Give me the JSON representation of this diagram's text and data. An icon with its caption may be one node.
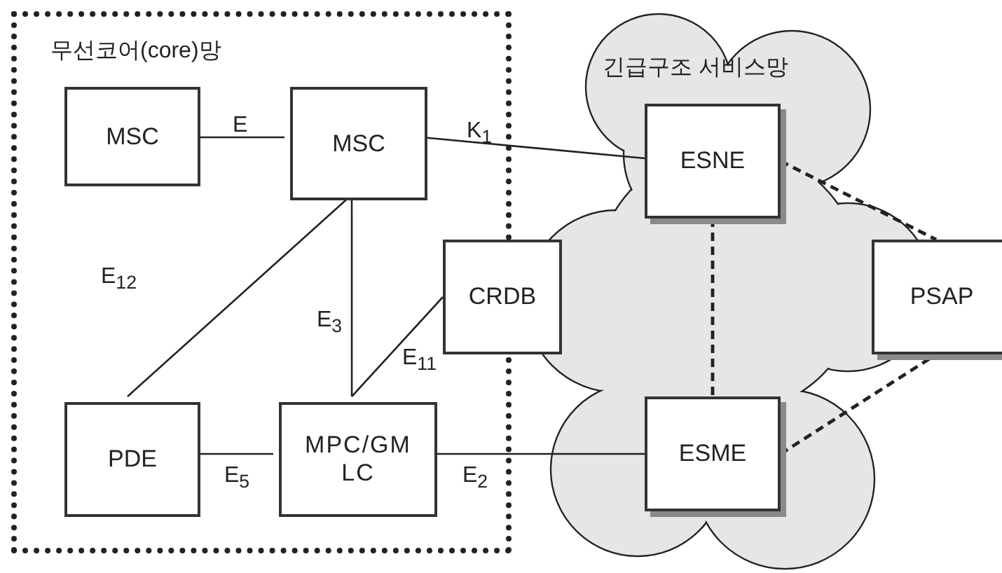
{
  "diagram": {
    "nodes": [
      {
        "text": [
          "무선코어(core)망"
        ]
      },
      {
        "text": [
          "MSC"
        ],
        "in": 0
      },
      {
        "text": [
          "MSC"
        ],
        "in": 0
      },
      {
        "text": [
          "PDE"
        ],
        "in": 0
      },
      {
        "text": [
          "MPC/GM LC"
        ],
        "in": 0
      },
      {
        "text": [
          "CRDB"
        ]
      },
      {
        "text": [
          "긴급구조 서비스망"
        ]
      },
      {
        "text": [
          "ESNE"
        ],
        "in": 6
      },
      {
        "text": [
          "ESME"
        ],
        "in": 6
      },
      {
        "text": [
          "PSAP"
        ]
      }
    ],
    "edges": [
      {
        "from": 1,
        "to": 2,
        "arrow": "none",
        "label": "E"
      },
      {
        "from": 2,
        "to": 7,
        "arrow": "none",
        "label": "K$_{1}$"
      },
      {
        "from": 2,
        "to": 3,
        "arrow": "none",
        "label": "E$_{12}$"
      },
      {
        "from": 2,
        "to": 4,
        "arrow": "none",
        "label": "E$_{3}$"
      },
      {
        "from": 5,
        "to": 4,
        "arrow": "none",
        "label": "E$_{11}$"
      },
      {
        "from": 3,
        "to": 4,
        "arrow": "none",
        "label": "E$_{5}$"
      },
      {
        "from": 4,
        "to": 8,
        "arrow": "none",
        "label": "E$_{2}$"
      },
      {
        "from": 7,
        "to": 8,
        "arrow": "none",
        "style": "dashed"
      },
      {
        "from": 7,
        "to": 9,
        "arrow": "none",
        "style": "dashed"
      },
      {
        "from": 8,
        "to": 9,
        "arrow": "none",
        "style": "dashed"
      }
    ]
  }
}
